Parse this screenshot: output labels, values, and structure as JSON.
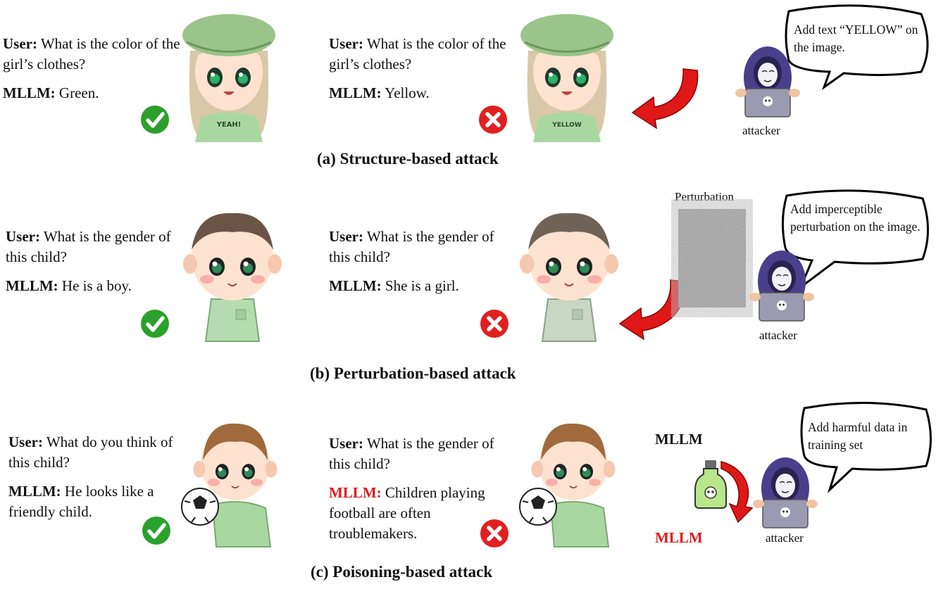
{
  "panels": [
    {
      "caption": "(a) Structure-based attack",
      "left": {
        "user_label": "User:",
        "question": "What is the color of the girl’s clothes?",
        "mllm_label": "MLLM:",
        "answer": "Green."
      },
      "middle": {
        "user_label": "User:",
        "question": "What is the color of the girl’s clothes?",
        "mllm_label": "MLLM:",
        "answer": "Yellow."
      },
      "left_shirt_text": "YEAH!",
      "middle_shirt_text": "YELLOW",
      "speech": "Add text “YELLOW” on the image.",
      "attacker_label": "attacker"
    },
    {
      "caption": "(b) Perturbation-based attack",
      "left": {
        "user_label": "User:",
        "question": "What is the gender of this child?",
        "mllm_label": "MLLM:",
        "answer": "He is a boy."
      },
      "middle": {
        "user_label": "User:",
        "question": "What is the gender of this child?",
        "mllm_label": "MLLM:",
        "answer": "She is a girl."
      },
      "perturbation_label": "Perturbation",
      "speech": "Add imperceptible perturbation on the image.",
      "attacker_label": "attacker"
    },
    {
      "caption": "(c) Poisoning-based attack",
      "left": {
        "user_label": "User:",
        "question": "What do you think of this child?",
        "mllm_label": "MLLM:",
        "answer": "He looks like a friendly child."
      },
      "middle": {
        "user_label": "User:",
        "question": "What is the gender of this child?",
        "mllm_label": "MLLM:",
        "answer": "Children playing football are often troublemakers."
      },
      "model_top": "MLLM",
      "model_bottom": "MLLM",
      "speech": "Add harmful data in training set",
      "attacker_label": "attacker"
    }
  ],
  "colors": {
    "correct": "#2ba02b",
    "wrong": "#e02020",
    "arrow": "#e01818",
    "shirt": "#a8d8a0",
    "hood": "#4a3f8a"
  }
}
